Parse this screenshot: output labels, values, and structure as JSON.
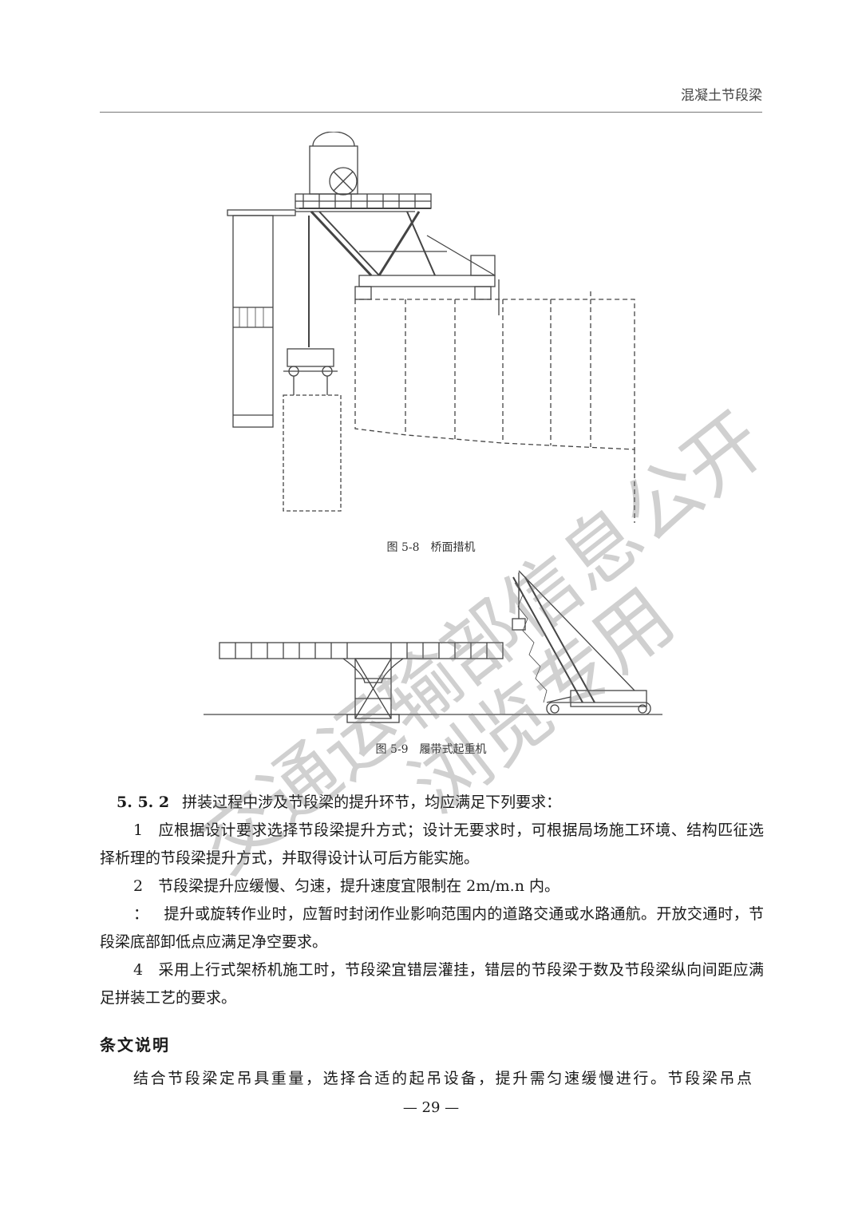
{
  "header": {
    "title": "混凝土节段梁"
  },
  "figures": [
    {
      "number": "图 5-8",
      "caption": "桥面措机"
    },
    {
      "number": "图 5-9",
      "caption": "履带式起重机"
    }
  ],
  "clause": {
    "number": "5. 5. 2",
    "intro": "拼装过程中涉及节段梁的提升环节，均应满足下列要求：",
    "items": [
      {
        "num": "1",
        "text": "应根据设计要求选择节段梁提升方式；设计无要求时，可根据局场施工环境、结构匹征选择析理的节段梁提升方式，并取得设计认可后方能实施。"
      },
      {
        "num": "2",
        "text": "节段梁提升应缓慢、匀速，提升速度宜限制在 2m/m.n 内。"
      },
      {
        "num": "：",
        "text": "提升或旋转作业时，应暂时封闭作业影响范围内的道路交通或水路通航。开放交通时，节段梁底部卸低点应满足净空要求。"
      },
      {
        "num": "4",
        "text": "采用上行式架桥机施工时，节段梁宜错层灌挂，错层的节段梁于数及节段梁纵向间距应满足拼装工艺的要求。"
      }
    ]
  },
  "explanation": {
    "title": "条文说明",
    "text": "结合节段梁定吊具重量，选择合适的起吊设备，提升需匀速缓慢进行。节段梁吊点"
  },
  "page_number": "— 29 —",
  "watermark": {
    "line1": "交通运输部信息公开",
    "line2": "浏览专用"
  }
}
